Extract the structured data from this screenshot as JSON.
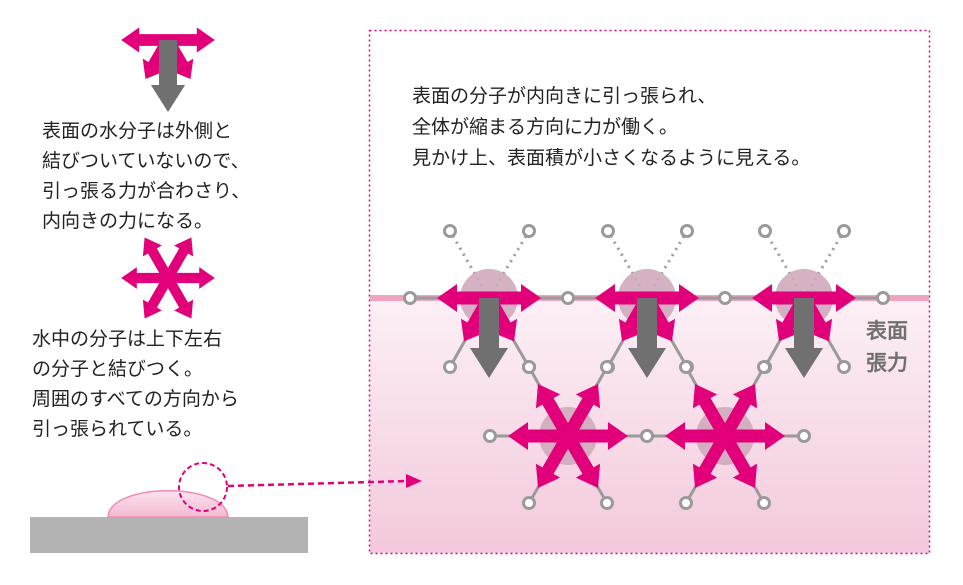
{
  "left": {
    "surface_caption": [
      "表面の水分子は外側と",
      "結びついていないので、",
      "引っ張る力が合わさり、",
      "内向きの力になる。"
    ],
    "bulk_caption": [
      "水中の分子は上下左右",
      "の分子と結びつく。",
      "周囲のすべての方向から",
      "引っ張られている。"
    ]
  },
  "right": {
    "caption": [
      "表面の分子が内向きに引っ張られ、",
      "全体が縮まる方向に力が働く。",
      "見かけ上、表面積が小さくなるように見える。"
    ],
    "label": [
      "表面",
      "張力"
    ]
  },
  "colors": {
    "force": "#e2007a",
    "inward": "#707070",
    "molecule": "#cfa9bc",
    "bond": "#9a9a9a",
    "surface": "#f2a3c4"
  }
}
